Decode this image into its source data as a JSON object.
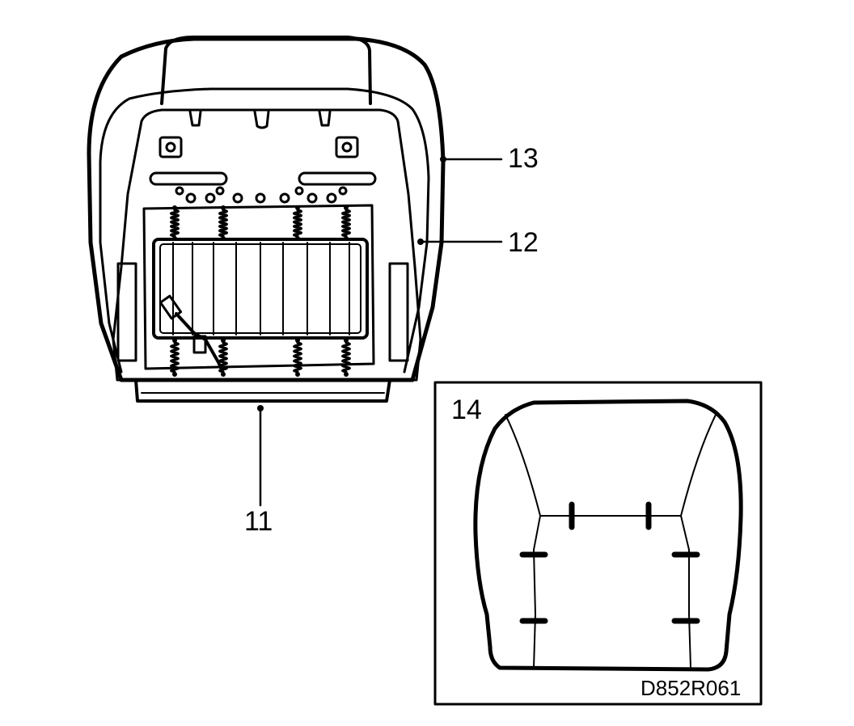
{
  "callouts": {
    "c11": "11",
    "c12": "12",
    "c13": "13",
    "c14": "14"
  },
  "drawing_code": "D852R061"
}
